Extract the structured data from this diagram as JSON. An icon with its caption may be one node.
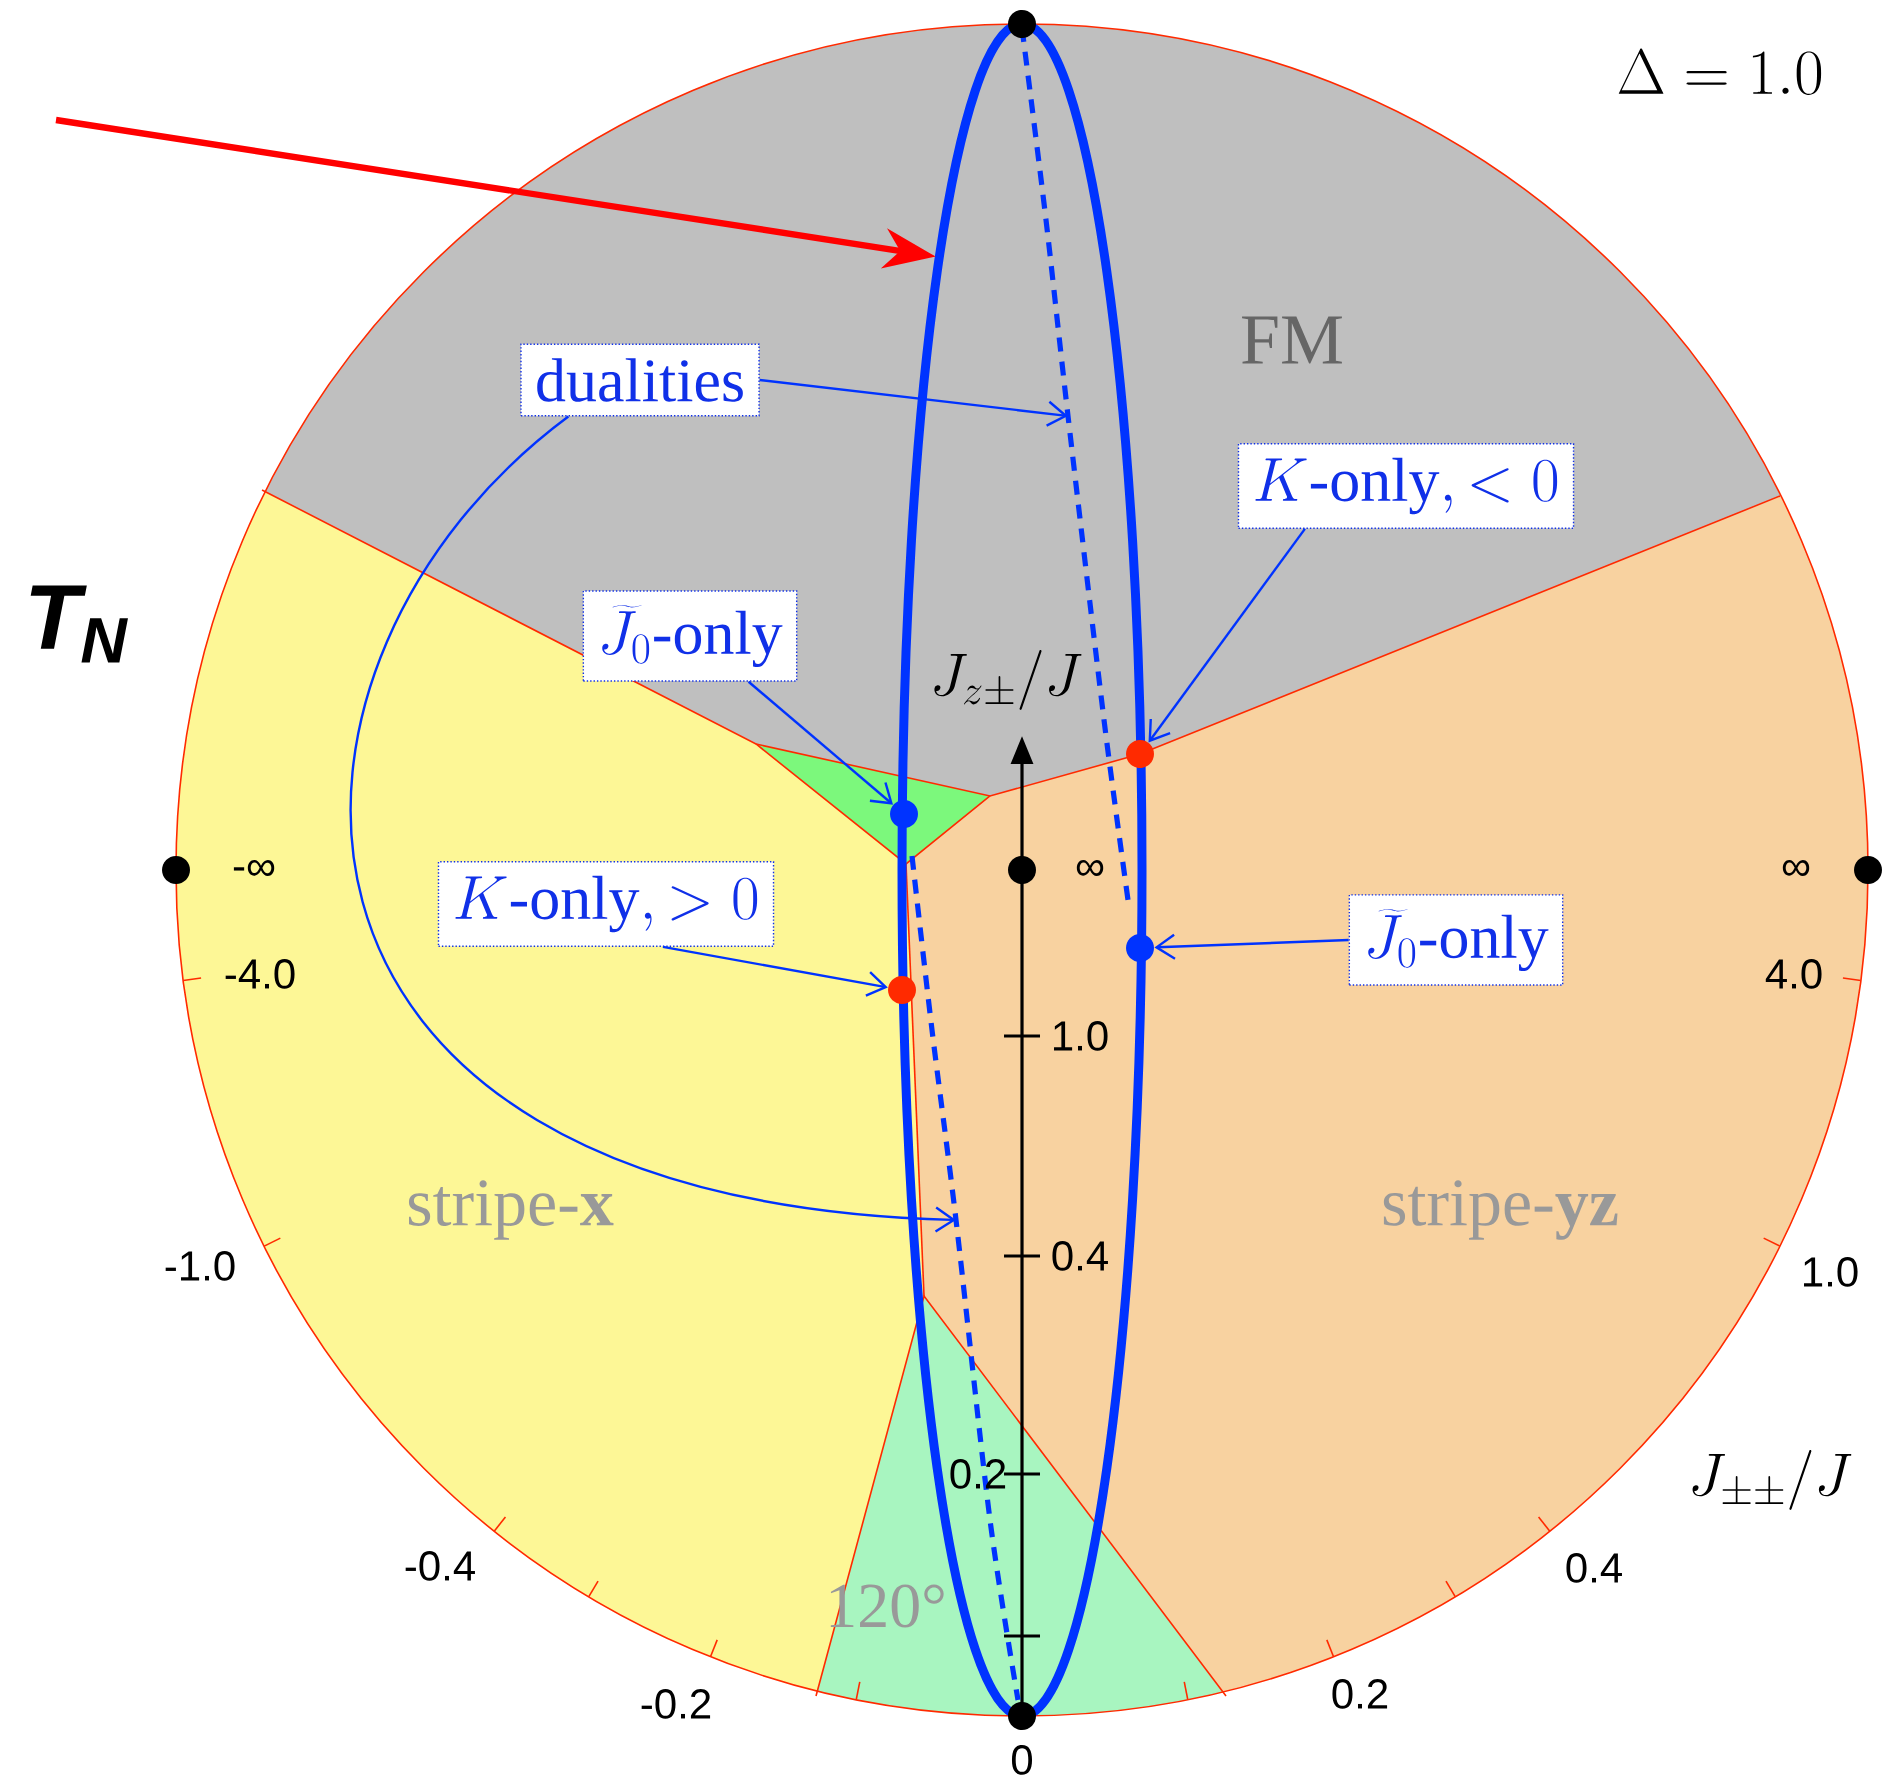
{
  "diagram": {
    "nodes": [
      {
        "text": [],
        "shape": "ellipse"
      },
      {
        "text": [
          "dualities"
        ]
      },
      {
        "text": [
          "K\\textrm{-only}, < 0"
        ]
      },
      {
        "text": [
          "\\widetilde{J}_0\\textrm{-only}"
        ]
      },
      {
        "text": [],
        "shape": "circle"
      },
      {
        "text": [],
        "shape": "circle"
      },
      {
        "text": [
          "K\\textrm{-only}, > 0"
        ]
      },
      {
        "text": [],
        "shape": "circle"
      },
      {
        "text": [
          "\\widetilde{J}_0\\textrm{-only}"
        ]
      },
      {
        "text": [],
        "shape": "circle"
      }
    ],
    "edges": [
      {
        "from": null,
        "to": 0,
        "arrow": "to",
        "style": "thick",
        "color": "#ff0000"
      },
      {
        "from": 1,
        "to": 0,
        "arrow": "to"
      },
      {
        "from": 1,
        "to": 0,
        "arrow": "to"
      },
      {
        "from": 3,
        "to": 5,
        "arrow": "to"
      },
      {
        "from": 6,
        "to": 9,
        "arrow": "to"
      },
      {
        "from": 2,
        "to": 4,
        "arrow": "to"
      },
      {
        "from": 8,
        "to": 7,
        "arrow": "to"
      }
    ],
    "labels": [
      "\\Delta = 1.0",
      "FM",
      "T$_{N}$",
      "J_{z\\pm}/J",
      "-∞",
      "∞",
      "∞",
      "-4.0",
      "4.0",
      "1.0",
      "stripe-**x**",
      "stripe-**yz**",
      "-1.0",
      "0.4",
      "1.0",
      "0.2",
      "J_{\\pm\\pm}/J",
      "-0.4",
      "0.4",
      "120°",
      "-0.2",
      "0.2",
      "0"
    ]
  }
}
